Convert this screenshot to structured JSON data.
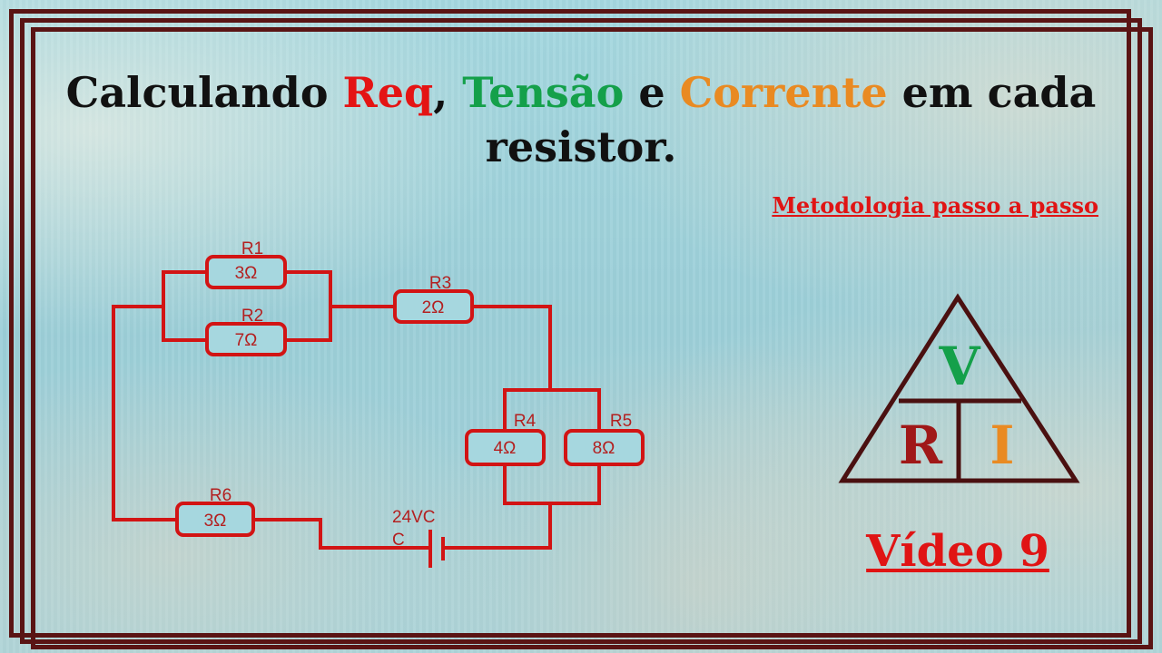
{
  "title": {
    "part1": "Calculando ",
    "req": "Req",
    "comma": ", ",
    "tensao": "Tensão",
    "e": " e ",
    "corrente": "Corrente",
    "part2": " em cada",
    "line2": "resistor."
  },
  "subtitle": "Metodologia passo a passo",
  "video_label": "Vídeo 9",
  "triangle": {
    "top": "V",
    "left": "R",
    "right": "I"
  },
  "circuit": {
    "resistors": [
      {
        "name": "R1",
        "value": "3Ω"
      },
      {
        "name": "R2",
        "value": "7Ω"
      },
      {
        "name": "R3",
        "value": "2Ω"
      },
      {
        "name": "R4",
        "value": "4Ω"
      },
      {
        "name": "R5",
        "value": "8Ω"
      },
      {
        "name": "R6",
        "value": "3Ω"
      }
    ],
    "source_line1": "24VC",
    "source_line2": "C"
  },
  "colors": {
    "wire": "#d21414",
    "frame": "#5a1414",
    "req": "#e41414",
    "tensao": "#14a04a",
    "corrente": "#e98a22"
  }
}
